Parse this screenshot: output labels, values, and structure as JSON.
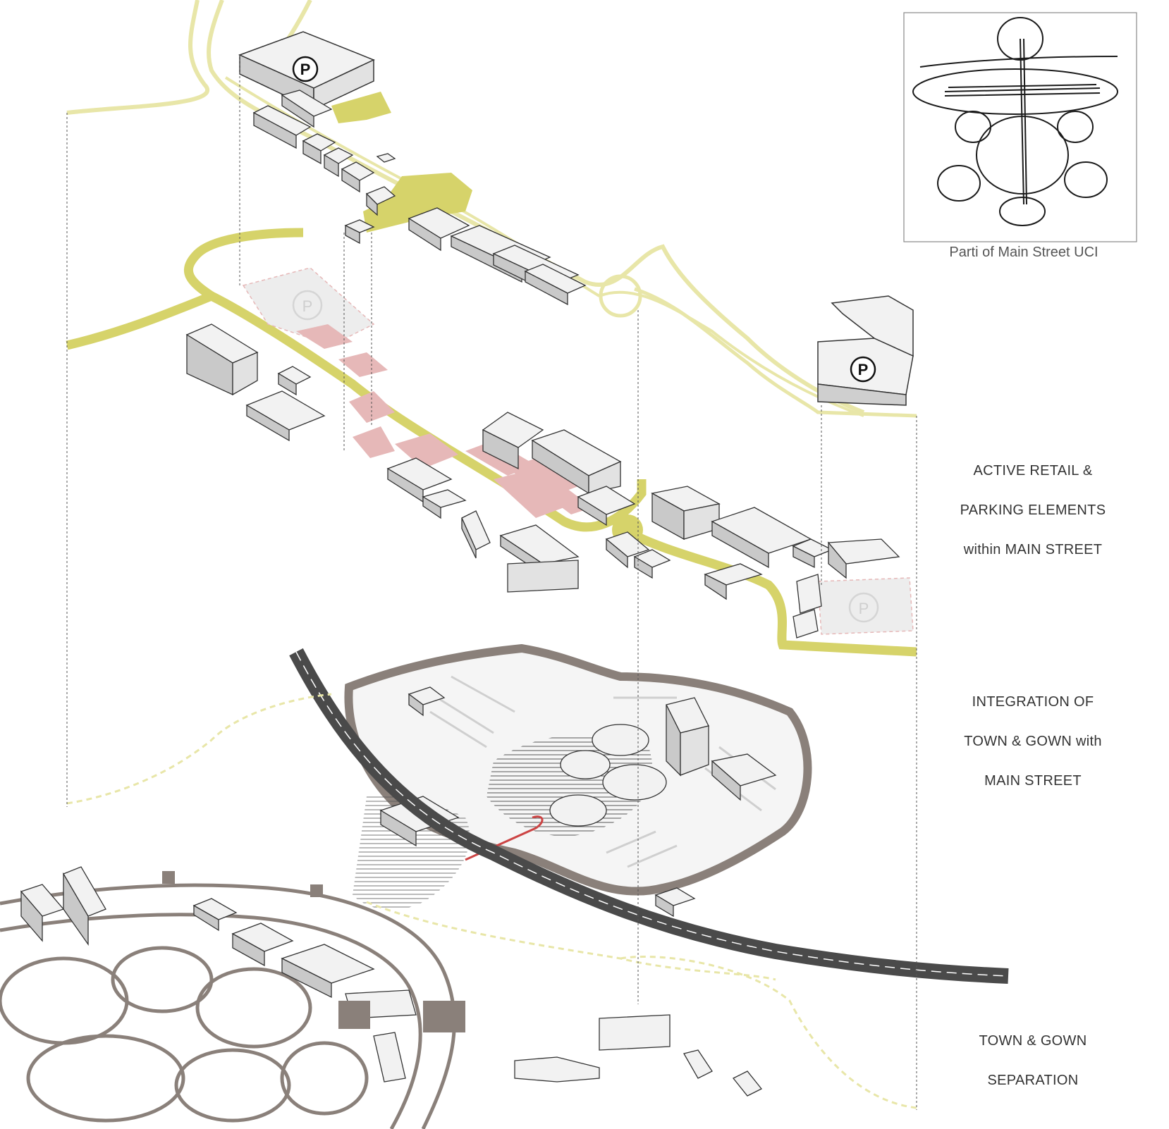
{
  "parti": {
    "caption": "Parti of Main Street UCI"
  },
  "layers": [
    {
      "id": "retail",
      "lines": [
        "ACTIVE RETAIL &",
        "PARKING ELEMENTS",
        "within MAIN STREET"
      ]
    },
    {
      "id": "integration",
      "lines": [
        "INTEGRATION OF",
        "TOWN & GOWN with",
        "MAIN STREET"
      ]
    },
    {
      "id": "separation",
      "lines": [
        "TOWN & GOWN",
        "SEPARATION"
      ]
    }
  ],
  "parking_symbol": "P",
  "colors": {
    "main_street": "#d6d36a",
    "main_street_light": "#e8e6a8",
    "retail": "#e6b8b8",
    "campus_ring": "#8a807a",
    "freeway": "#4a4a4a",
    "building_top": "#f2f2f2",
    "building_side": "#c9c9c9",
    "building_stroke": "#333333",
    "leader": "#555555"
  }
}
